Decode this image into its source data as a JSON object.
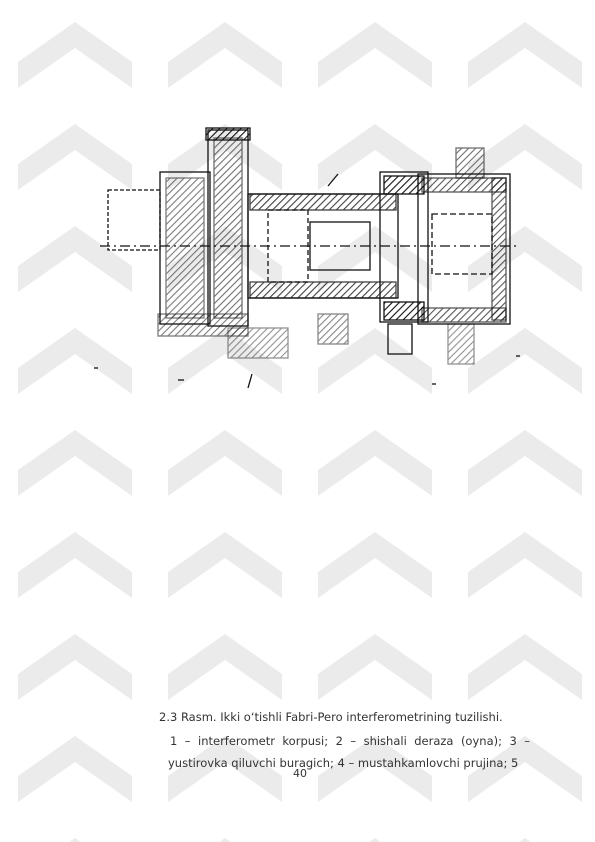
{
  "page": {
    "caption_title": "2.3 Rasm. Ikki o‘tishli Fabri-Pero interferometrining tuzilishi.",
    "caption_line2": "1 – interferometr korpusi; 2 – shishali deraza (oyna); 3 –",
    "caption_line3": "yustirovka qiluvchi buragich; 4 – mustahkamlovchi prujina; 5",
    "page_number": "40"
  },
  "figure": {
    "description_hidden": "",
    "icon": "interferometer-technical-drawing"
  },
  "watermark": {
    "icon": "diagonal-chevron-watermark",
    "color": "#ececec"
  }
}
